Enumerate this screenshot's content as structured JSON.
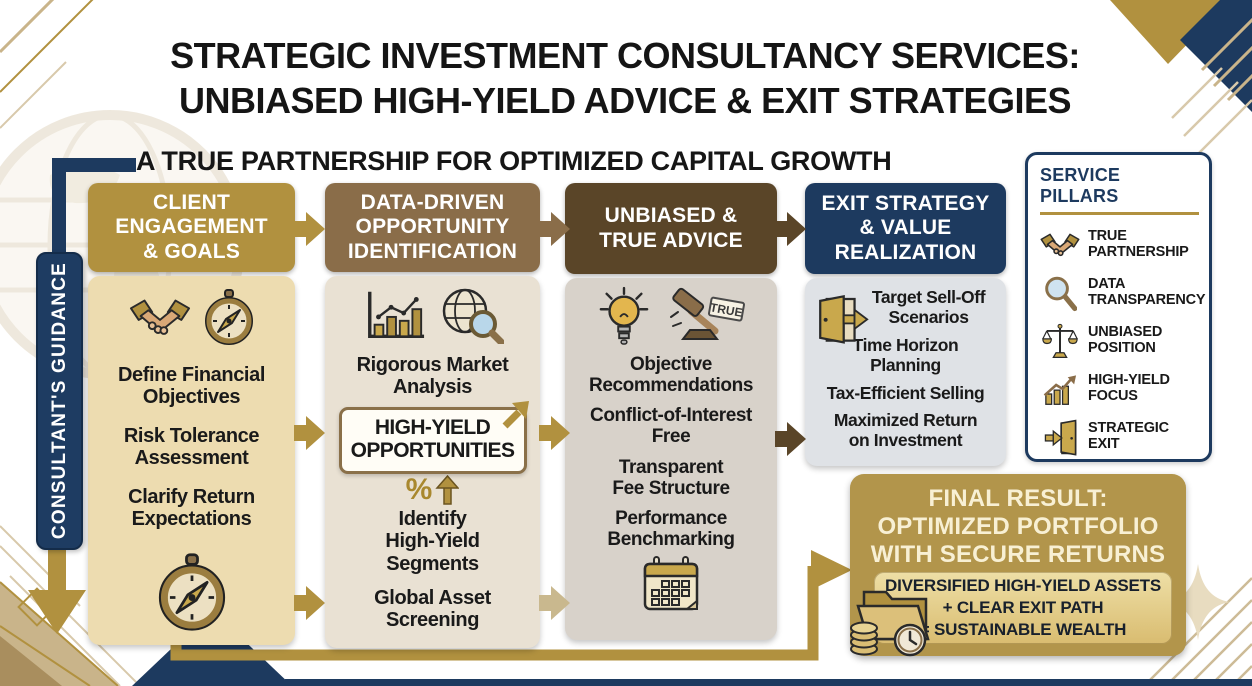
{
  "page": {
    "title_line1": "STRATEGIC INVESTMENT CONSULTANCY SERVICES:",
    "title_line2": "UNBIASED HIGH-YIELD ADVICE & EXIT STRATEGIES",
    "subtitle": "A TRUE PARTNERSHIP FOR OPTIMIZED CAPITAL GROWTH"
  },
  "guidance_bar": {
    "label": "CONSULTANT'S GUIDANCE"
  },
  "columns": [
    {
      "header": "CLIENT\nENGAGEMENT\n& GOALS",
      "icons": [
        "handshake-icon",
        "compass-icon"
      ],
      "items": [
        "Define Financial\nObjectives",
        "Risk Tolerance\nAssessment",
        "Clarify Return\nExpectations"
      ],
      "footer_icon": "compass-icon"
    },
    {
      "header": "DATA-DRIVEN\nOPPORTUNITY\nIDENTIFICATION",
      "icons": [
        "bar-chart-icon",
        "globe-magnifier-icon"
      ],
      "item_top": "Rigorous Market\nAnalysis",
      "callout": {
        "label": "HIGH-YIELD\nOPPORTUNITIES",
        "icon": "arrow-up-right-icon",
        "percent_label": "%",
        "percent_icon": "arrow-up-icon"
      },
      "items_bottom": [
        "Identify\nHigh-Yield\nSegments",
        "Global Asset\nScreening"
      ]
    },
    {
      "header": "UNBIASED &\nTRUE ADVICE",
      "icons": [
        "lightbulb-icon",
        "gavel-icon"
      ],
      "badge": "TRUE",
      "items": [
        "Objective\nRecommendations",
        "Conflict-of-Interest\nFree",
        "Transparent\nFee Structure",
        "Performance\nBenchmarking"
      ],
      "footer_icon": "calendar-icon"
    },
    {
      "header": "EXIT STRATEGY\n& VALUE\nREALIZATION",
      "icon": "exit-door-icon",
      "items": [
        "Target Sell-Off\nScenarios",
        "Time Horizon\nPlanning",
        "Tax-Efficient Selling",
        "Maximized Return\non Investment"
      ]
    }
  ],
  "service_pillars": {
    "title": "SERVICE PILLARS",
    "items": [
      {
        "icon": "handshake-icon",
        "label": "TRUE\nPARTNERSHIP"
      },
      {
        "icon": "magnifier-icon",
        "label": "DATA\nTRANSPARENCY"
      },
      {
        "icon": "scales-icon",
        "label": "UNBIASED\nPOSITION"
      },
      {
        "icon": "trend-up-icon",
        "label": "HIGH-YIELD\nFOCUS"
      },
      {
        "icon": "exit-door-icon",
        "label": "STRATEGIC\nEXIT"
      }
    ]
  },
  "final_result": {
    "title_lines": [
      "FINAL RESULT:",
      "OPTIMIZED PORTFOLIO",
      "WITH SECURE RETURNS"
    ],
    "detail_lines": [
      "DIVERSIFIED HIGH-YIELD ASSETS",
      "+ CLEAR EXIT PATH",
      "= SUSTAINABLE WEALTH"
    ],
    "icon": "assets-folder-clock-icon"
  },
  "icons": {
    "handshake-icon": "🤝",
    "compass-icon": "🧭",
    "bar-chart-icon": "📊",
    "globe-magnifier-icon": "🌐🔍",
    "lightbulb-icon": "💡",
    "gavel-icon": "🔨",
    "calendar-icon": "📅",
    "exit-door-icon": "🚪",
    "magnifier-icon": "🔍",
    "scales-icon": "⚖",
    "trend-up-icon": "📈",
    "arrow-up-right-icon": "↗",
    "arrow-up-icon": "↑",
    "arrow-down-icon": "↓",
    "right-arrow-icon": "→",
    "assets-folder-clock-icon": "🗂🕐",
    "globe-watermark-icon": "🌍"
  },
  "colors": {
    "gold": "#b1913f",
    "tan_panel": "#eddcb0",
    "brown": "#8a6d49",
    "beige_panel": "#e9e1d3",
    "dark_brown": "#5a4528",
    "gray_panel": "#d8d2ca",
    "navy": "#1d3a5f",
    "bluegray_panel": "#dfe2e6",
    "final_gold": "#b2954b",
    "final_inner": "#e3cb8c",
    "cream_text": "#f8f0d4",
    "arrow_tan": "#c9b88e"
  }
}
